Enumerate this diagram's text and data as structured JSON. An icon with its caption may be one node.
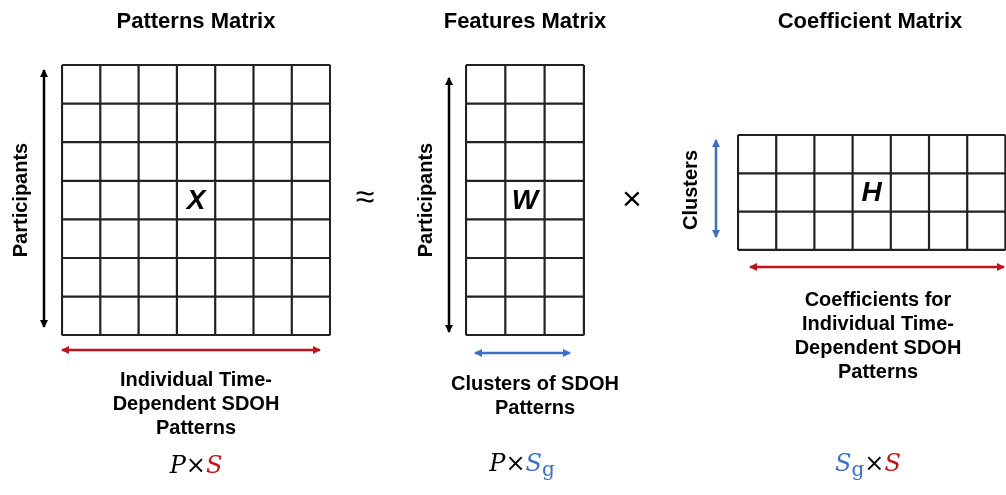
{
  "diagram": {
    "nodes": [
      {
        "text": [
          "Patterns Matrix",
          "X"
        ]
      },
      {
        "text": [
          "Features Matrix",
          "W"
        ]
      },
      {
        "text": [
          "Coefficient Matrix",
          "H"
        ]
      }
    ],
    "labels": [
      "Participants",
      "Individual Time-Dependent SDOH Patterns",
      "≈",
      "Participants",
      "Clusters of SDOH Patterns",
      "×",
      "Clusters",
      "Coefficients for Individual Time-Dependent SDOH Patterns",
      "*P*×*S*",
      "*P*×*S*$_{g}$",
      "*S*$_{g}$×*S*"
    ]
  }
}
